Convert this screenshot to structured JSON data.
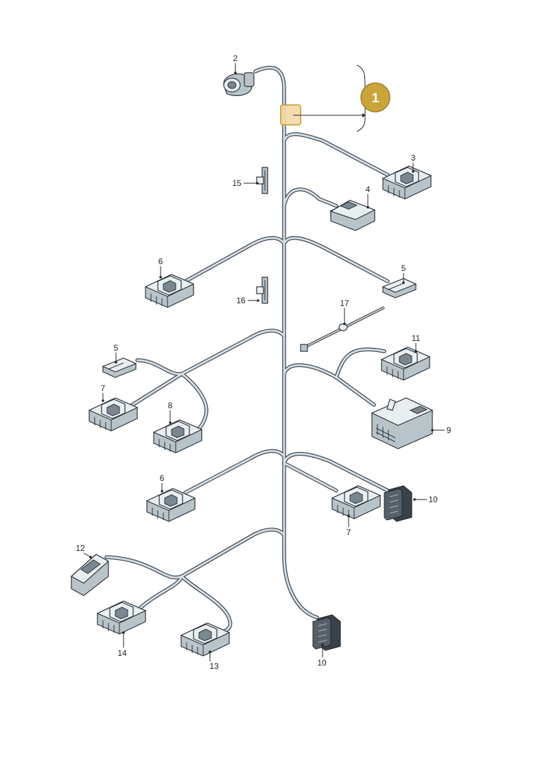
{
  "main_item": {
    "number": "1",
    "badge_color": "#c9a43a",
    "badge_text_color": "#ffffff"
  },
  "labels": [
    {
      "key": "c2",
      "text": "2"
    },
    {
      "key": "c3",
      "text": "3"
    },
    {
      "key": "c4",
      "text": "4"
    },
    {
      "key": "c15",
      "text": "15"
    },
    {
      "key": "c6a",
      "text": "6"
    },
    {
      "key": "c5a",
      "text": "5"
    },
    {
      "key": "c16",
      "text": "16"
    },
    {
      "key": "c17",
      "text": "17"
    },
    {
      "key": "c5b",
      "text": "5"
    },
    {
      "key": "c11",
      "text": "11"
    },
    {
      "key": "c7a",
      "text": "7"
    },
    {
      "key": "c8",
      "text": "8"
    },
    {
      "key": "c9",
      "text": "9"
    },
    {
      "key": "c6b",
      "text": "6"
    },
    {
      "key": "c10a",
      "text": "10"
    },
    {
      "key": "c7b",
      "text": "7"
    },
    {
      "key": "c12",
      "text": "12"
    },
    {
      "key": "c14",
      "text": "14"
    },
    {
      "key": "c13",
      "text": "13"
    },
    {
      "key": "c10b",
      "text": "10"
    }
  ],
  "colors": {
    "wire_outline": "#3d4650",
    "wire_fill": "#d6dee4",
    "highlight": "#f5d9a8",
    "highlight_border": "#c9a43a"
  }
}
